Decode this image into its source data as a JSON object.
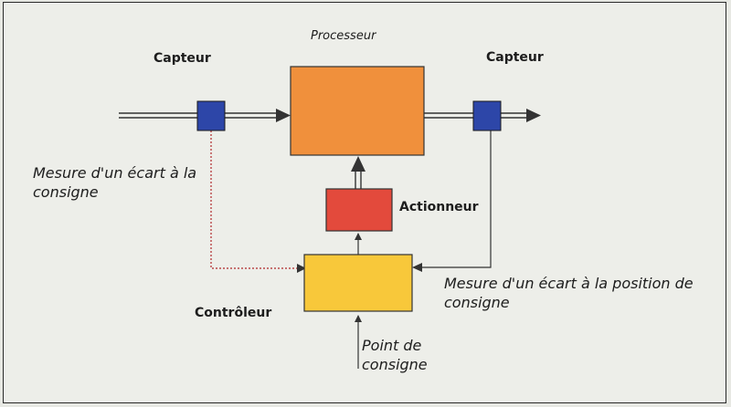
{
  "diagram": {
    "processor_label": "Processeur",
    "sensor_left_label": "Capteur",
    "sensor_right_label": "Capteur",
    "actuator_label": "Actionneur",
    "controller_label": "Contrôleur",
    "measure_left": {
      "line1": "Mesure d'un écart à la",
      "line2": "consigne"
    },
    "measure_right": {
      "line1": "Mesure d'un écart à la position de",
      "line2": "consigne"
    },
    "setpoint": {
      "line1": "Point de",
      "line2": "consigne"
    },
    "colors": {
      "processor": "#f0903c",
      "sensor": "#2d46a8",
      "actuator": "#e34a3c",
      "controller": "#f8c83a",
      "line": "#333333",
      "dotted_line": "#b0282a"
    }
  }
}
